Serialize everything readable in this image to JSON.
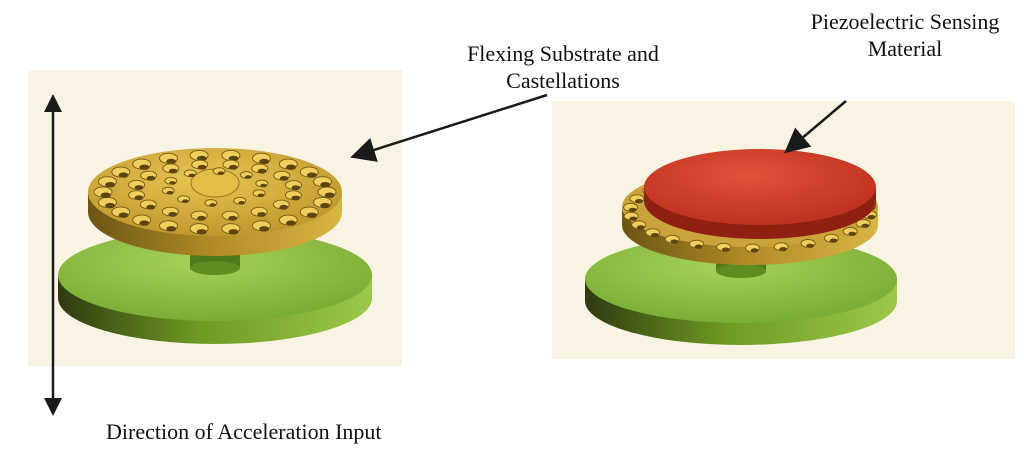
{
  "labels": {
    "substrate_line1": "Flexing Substrate and",
    "substrate_line2": "Castellations",
    "piezo_line1": "Piezoelectric Sensing",
    "piezo_line2": "Material",
    "direction": "Direction of Acceleration Input"
  },
  "colors": {
    "panel_background": "#f8f3e2",
    "base_disk": "#8cc63f",
    "substrate": "#d9b23a",
    "piezo_material": "#d23b24",
    "arrow": "#1a1a1a"
  }
}
